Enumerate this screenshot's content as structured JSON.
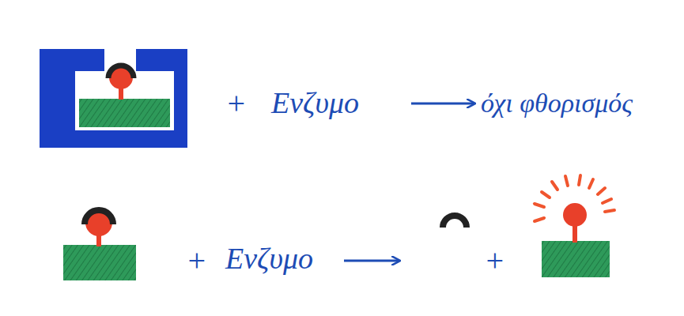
{
  "diagram": {
    "labels": [
      "+",
      "Ενζυμο",
      "όχι φθορισμός",
      "+",
      "Ενζυμο",
      "+"
    ]
  }
}
